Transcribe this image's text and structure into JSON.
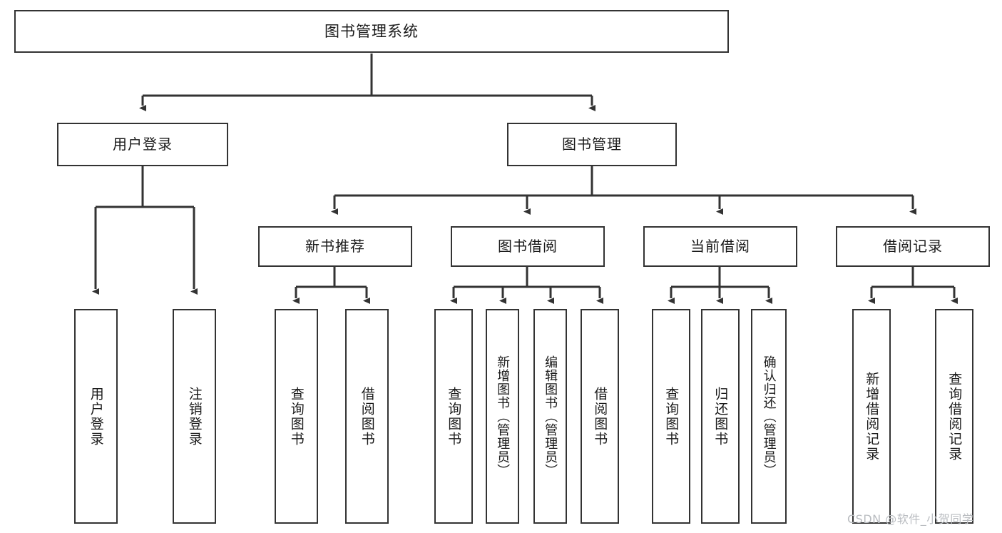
{
  "diagram": {
    "title": "图书管理系统",
    "type": "tree-hierarchy",
    "colors": {
      "background": "#ffffff",
      "border": "#333333",
      "text": "#1a1a1a",
      "connector": "#333333",
      "watermark": "#b9bcc0"
    },
    "root": {
      "label": "图书管理系统"
    },
    "level2": [
      {
        "label": "用户登录"
      },
      {
        "label": "图书管理"
      }
    ],
    "level3": [
      {
        "label": "新书推荐"
      },
      {
        "label": "图书借阅"
      },
      {
        "label": "当前借阅"
      },
      {
        "label": "借阅记录"
      }
    ],
    "leaves": {
      "user_login": [
        {
          "label": "用户登录"
        },
        {
          "label": "注销登录"
        }
      ],
      "new_book_recommend": [
        {
          "label": "查询图书"
        },
        {
          "label": "借阅图书"
        }
      ],
      "book_borrow": [
        {
          "label": "查询图书"
        },
        {
          "label": "新增图书（管理员）"
        },
        {
          "label": "编辑图书（管理员）"
        },
        {
          "label": "借阅图书"
        }
      ],
      "current_borrow": [
        {
          "label": "查询图书"
        },
        {
          "label": "归还图书"
        },
        {
          "label": "确认归还（管理员）"
        }
      ],
      "borrow_record": [
        {
          "label": "新增借阅记录"
        },
        {
          "label": "查询借阅记录"
        }
      ]
    },
    "watermark": "CSDN @软件_小贺同学"
  }
}
